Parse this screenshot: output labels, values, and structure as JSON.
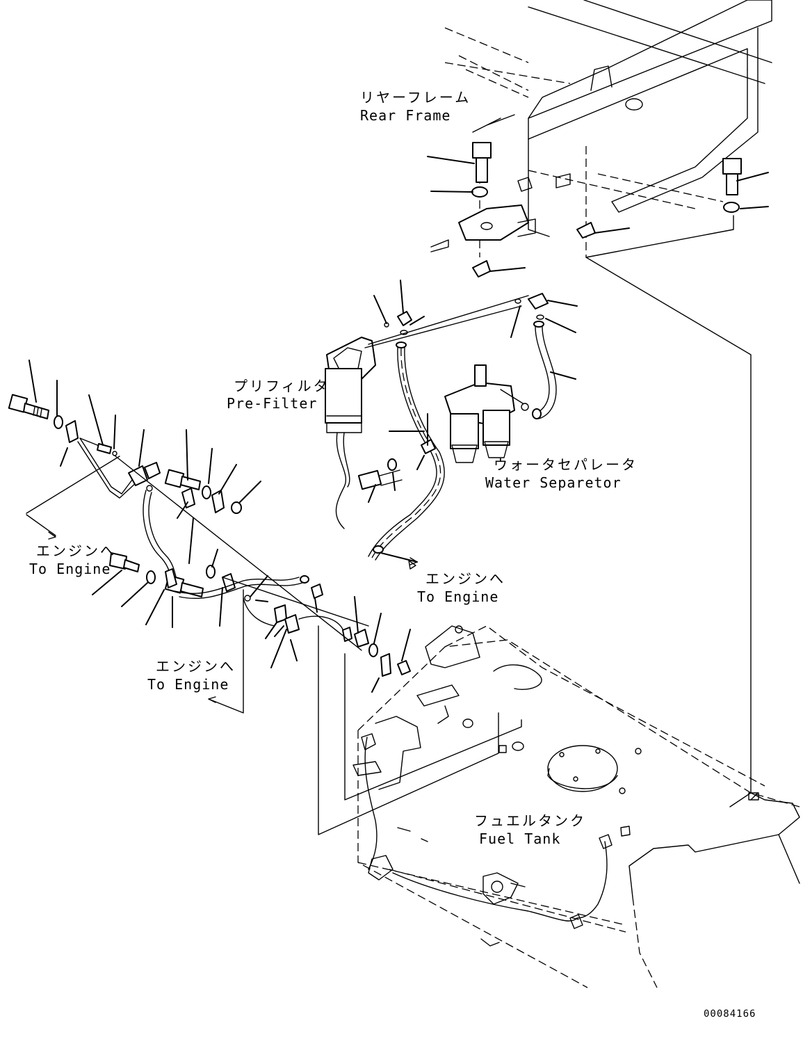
{
  "labels": {
    "rear_frame": {
      "jp": "リヤーフレーム",
      "en": "Rear Frame"
    },
    "pre_filter": {
      "jp": "プリフィルタ",
      "en": "Pre-Filter"
    },
    "water_separator": {
      "jp": "ウォータセパレータ",
      "en": "Water Separetor"
    },
    "to_engine_left": {
      "jp": "エンジンへ",
      "en": "To Engine"
    },
    "to_engine_center": {
      "jp": "エンジンへ",
      "en": "To Engine"
    },
    "to_engine_bottom": {
      "jp": "エンジンへ",
      "en": "To Engine"
    },
    "fuel_tank": {
      "jp": "フュエルタンク",
      "en": "Fuel Tank"
    }
  },
  "drawing_number": "00084166"
}
